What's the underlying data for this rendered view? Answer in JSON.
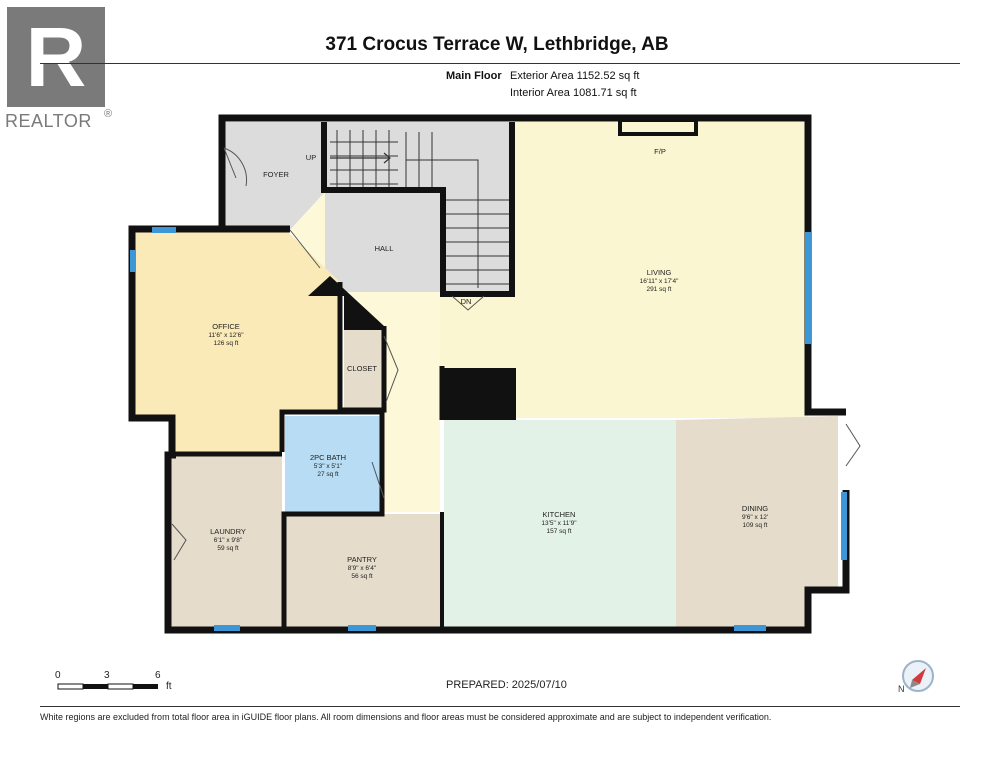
{
  "brand": {
    "letter": "R",
    "name": "REALTOR",
    "mark": "®",
    "color": "#7a7a7a"
  },
  "header": {
    "title": "371 Crocus Terrace W, Lethbridge, AB",
    "floor": "Main Floor",
    "exterior_area": "Exterior Area 1152.52 sq ft",
    "interior_area": "Interior Area 1081.71 sq ft"
  },
  "rooms": {
    "foyer": {
      "name": "FOYER"
    },
    "up": {
      "name": "UP"
    },
    "hall": {
      "name": "HALL"
    },
    "dn": {
      "name": "DN"
    },
    "fp": {
      "name": "F/P"
    },
    "living": {
      "name": "LIVING",
      "dims": "16'11\" x 17'4\"",
      "area": "291 sq ft"
    },
    "office": {
      "name": "OFFICE",
      "dims": "11'6\" x 12'6\"",
      "area": "126 sq ft"
    },
    "closet": {
      "name": "CLOSET"
    },
    "bath": {
      "name": "2PC BATH",
      "dims": "5'3\" x 5'1\"",
      "area": "27 sq ft"
    },
    "laundry": {
      "name": "LAUNDRY",
      "dims": "6'1\" x 9'8\"",
      "area": "59 sq ft"
    },
    "pantry": {
      "name": "PANTRY",
      "dims": "8'9\" x 6'4\"",
      "area": "56 sq ft"
    },
    "kitchen": {
      "name": "KITCHEN",
      "dims": "13'5\" x 11'9\"",
      "area": "157 sq ft"
    },
    "dining": {
      "name": "DINING",
      "dims": "9'6\" x 12'",
      "area": "109 sq ft"
    }
  },
  "colors": {
    "foyer": "#dcdcdc",
    "stairs": "#dcdcdc",
    "hall": "#fdf8d8",
    "living": "#fbf6d2",
    "office": "#faeab8",
    "closet": "#e6dccb",
    "bath": "#b7dcf3",
    "laundry": "#e6dccb",
    "pantry": "#e6dccb",
    "kitchen": "#e3f2e6",
    "dining": "#e6dccb",
    "wall": "#111111",
    "window": "#3d97d6"
  },
  "scale": {
    "labels": [
      "0",
      "3",
      "6"
    ],
    "unit": "ft"
  },
  "compass": {
    "label": "N"
  },
  "footer": {
    "prepared": "PREPARED: 2025/07/10",
    "disclaimer": "White regions are excluded from total floor area in iGUIDE floor plans. All room dimensions and floor areas must be considered approximate and are subject to independent verification."
  }
}
